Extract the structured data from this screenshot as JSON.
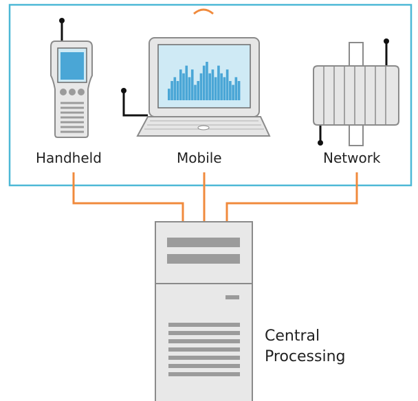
{
  "labels": {
    "handheld": "Handheld",
    "mobile": "Mobile",
    "network": "Network",
    "central_line1": "Central",
    "central_line2": "Processing"
  },
  "colors": {
    "frame": "#4cb8d6",
    "wires": "#f08a3c",
    "screen": "#4aa6d6",
    "screen_bg": "#cfeaf5",
    "device_fill": "#e6e6e6",
    "device_stroke": "#8a8a8a",
    "server_bars": "#9b9b9b"
  },
  "icons": {
    "handheld": "handheld-scanner-icon",
    "mobile": "laptop-computer-icon",
    "network": "network-access-point-icon",
    "server": "server-tower-icon",
    "wireless": "wireless-signal-icon"
  },
  "chart_data": {
    "type": "bar",
    "values": [
      3,
      5,
      6,
      5,
      8,
      7,
      9,
      6,
      8,
      4,
      5,
      7,
      9,
      10,
      7,
      8,
      6,
      9,
      7,
      6,
      8,
      5,
      4,
      6,
      5
    ]
  }
}
